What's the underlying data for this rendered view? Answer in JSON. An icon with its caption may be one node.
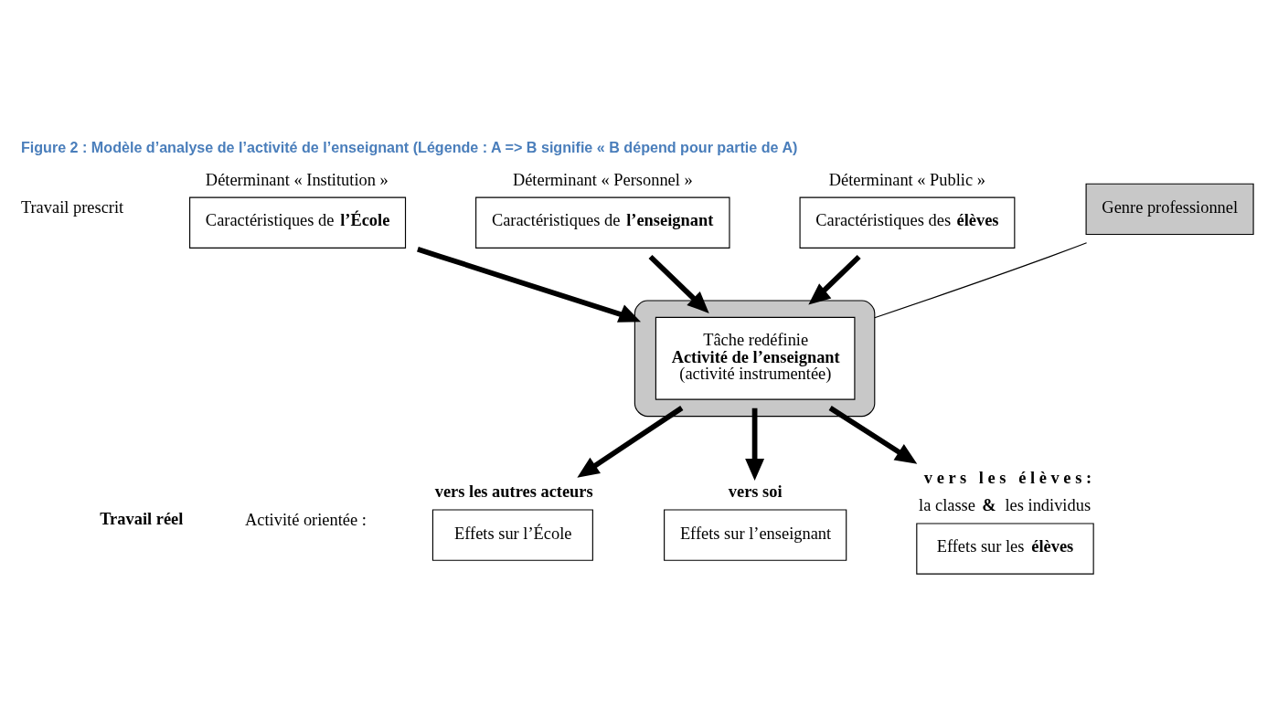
{
  "diagram": {
    "title": "Figure 2 : Modèle d’analyse de l’activité de l’enseignant (Légende : A => B signifie « B dépend pour partie de A)",
    "nodes": [
      {
        "text": [
          "Caractéristiques de **l’École**"
        ],
        "beside": [
          "Déterminant « Institution »"
        ]
      },
      {
        "text": [
          "Caractéristiques de **l’enseignant**"
        ],
        "beside": [
          "Déterminant « Personnel »"
        ]
      },
      {
        "text": [
          "Caractéristiques des **élèves**"
        ],
        "beside": [
          "Déterminant « Public »"
        ]
      },
      {
        "text": [],
        "shape": "ellipse"
      },
      {
        "text": [
          "Tâche redéfinie",
          "**Activité de l’enseignant**",
          "(activité instrumentée)"
        ],
        "in": 3
      },
      {
        "text": [
          "Genre professionnel"
        ]
      },
      {
        "text": [
          "Effets sur l’École"
        ],
        "beside": [
          "**vers les autres acteurs**"
        ]
      },
      {
        "text": [
          "Effets sur l’enseignant"
        ],
        "beside": [
          "**vers soi**"
        ]
      },
      {
        "text": [
          "Effets sur les **élèves**"
        ],
        "beside": [
          "**v e r s   l e s   é l è v e s :**",
          "la classe **&** les individus"
        ]
      }
    ],
    "edges": [
      {
        "from": 0,
        "to": 3,
        "arrow": "to"
      },
      {
        "from": 1,
        "to": 4,
        "arrow": "to"
      },
      {
        "from": 2,
        "to": 3,
        "arrow": "to"
      },
      {
        "from": 5,
        "to": 3,
        "arrow": "none"
      },
      {
        "from": 4,
        "to": 6,
        "arrow": "to"
      },
      {
        "from": 4,
        "to": 7,
        "arrow": "to"
      },
      {
        "from": 4,
        "to": 8,
        "arrow": "to"
      }
    ],
    "labels": [
      "Travail prescrit",
      "**Travail réel**",
      "Activité orientée :"
    ]
  }
}
